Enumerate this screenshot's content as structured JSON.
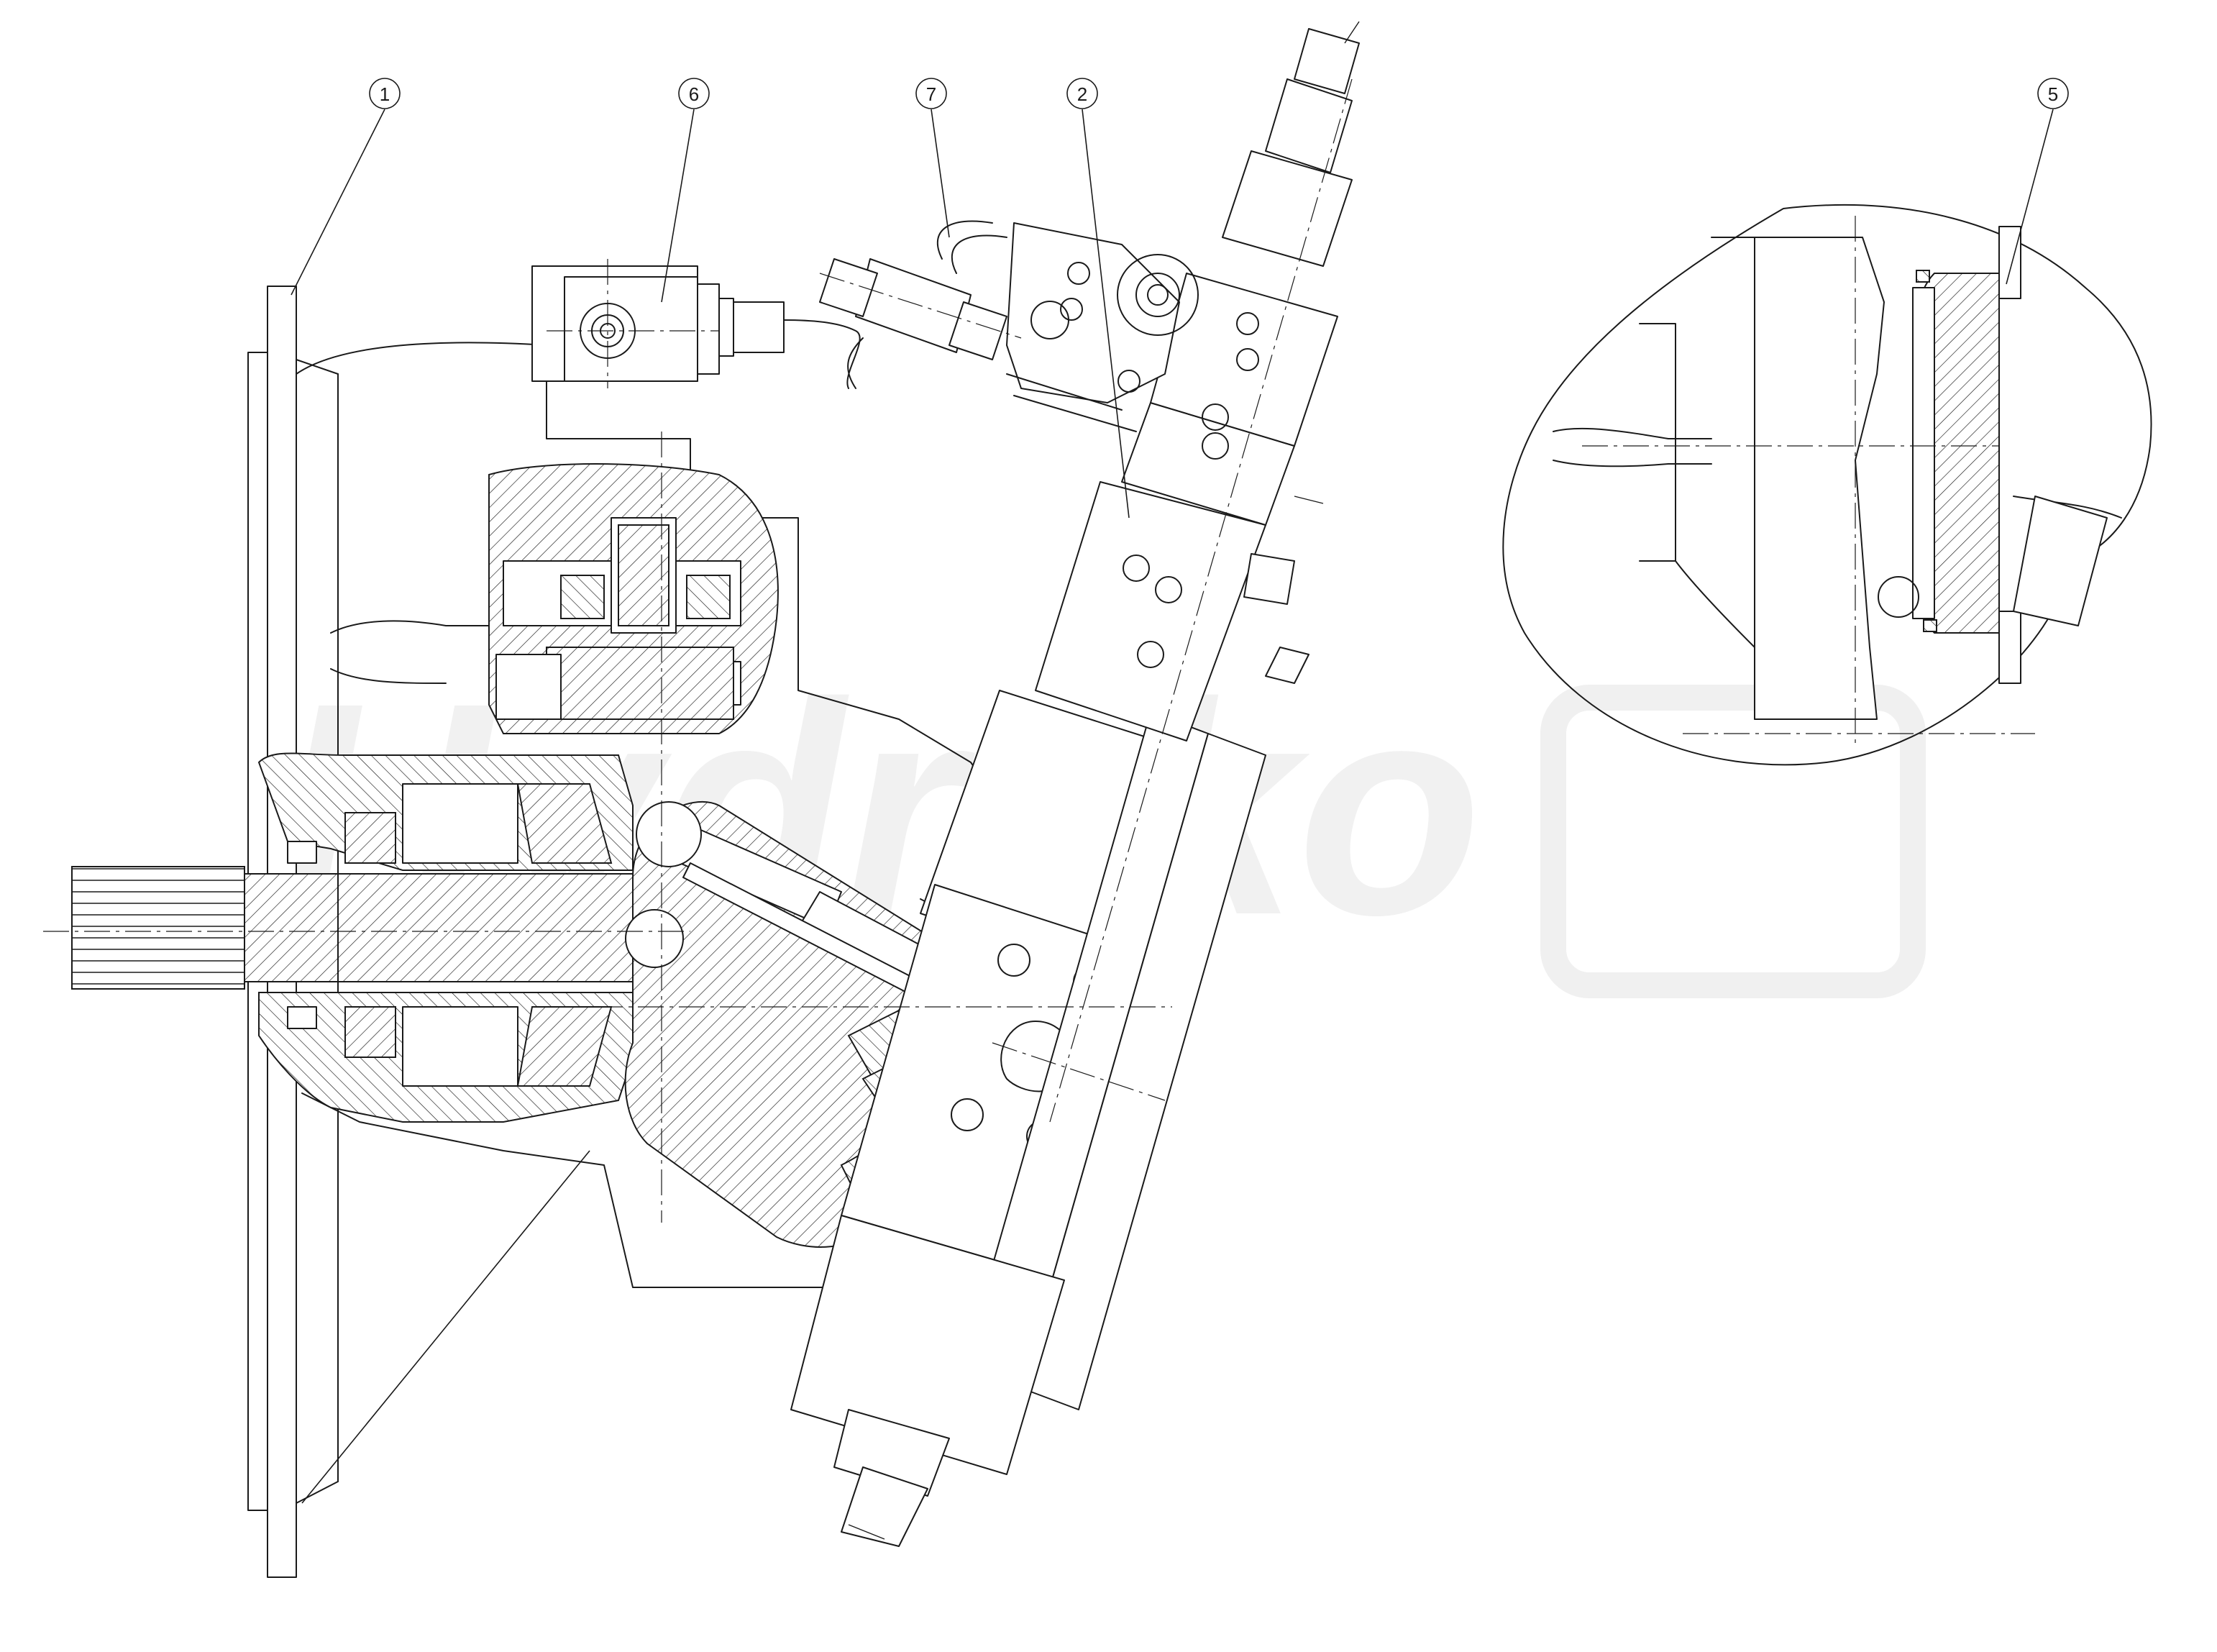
{
  "watermark": {
    "text": "Hydrako"
  },
  "callouts": [
    {
      "id": "1",
      "label": "1"
    },
    {
      "id": "6",
      "label": "6"
    },
    {
      "id": "7",
      "label": "7"
    },
    {
      "id": "2",
      "label": "2"
    },
    {
      "id": "5",
      "label": "5"
    }
  ]
}
